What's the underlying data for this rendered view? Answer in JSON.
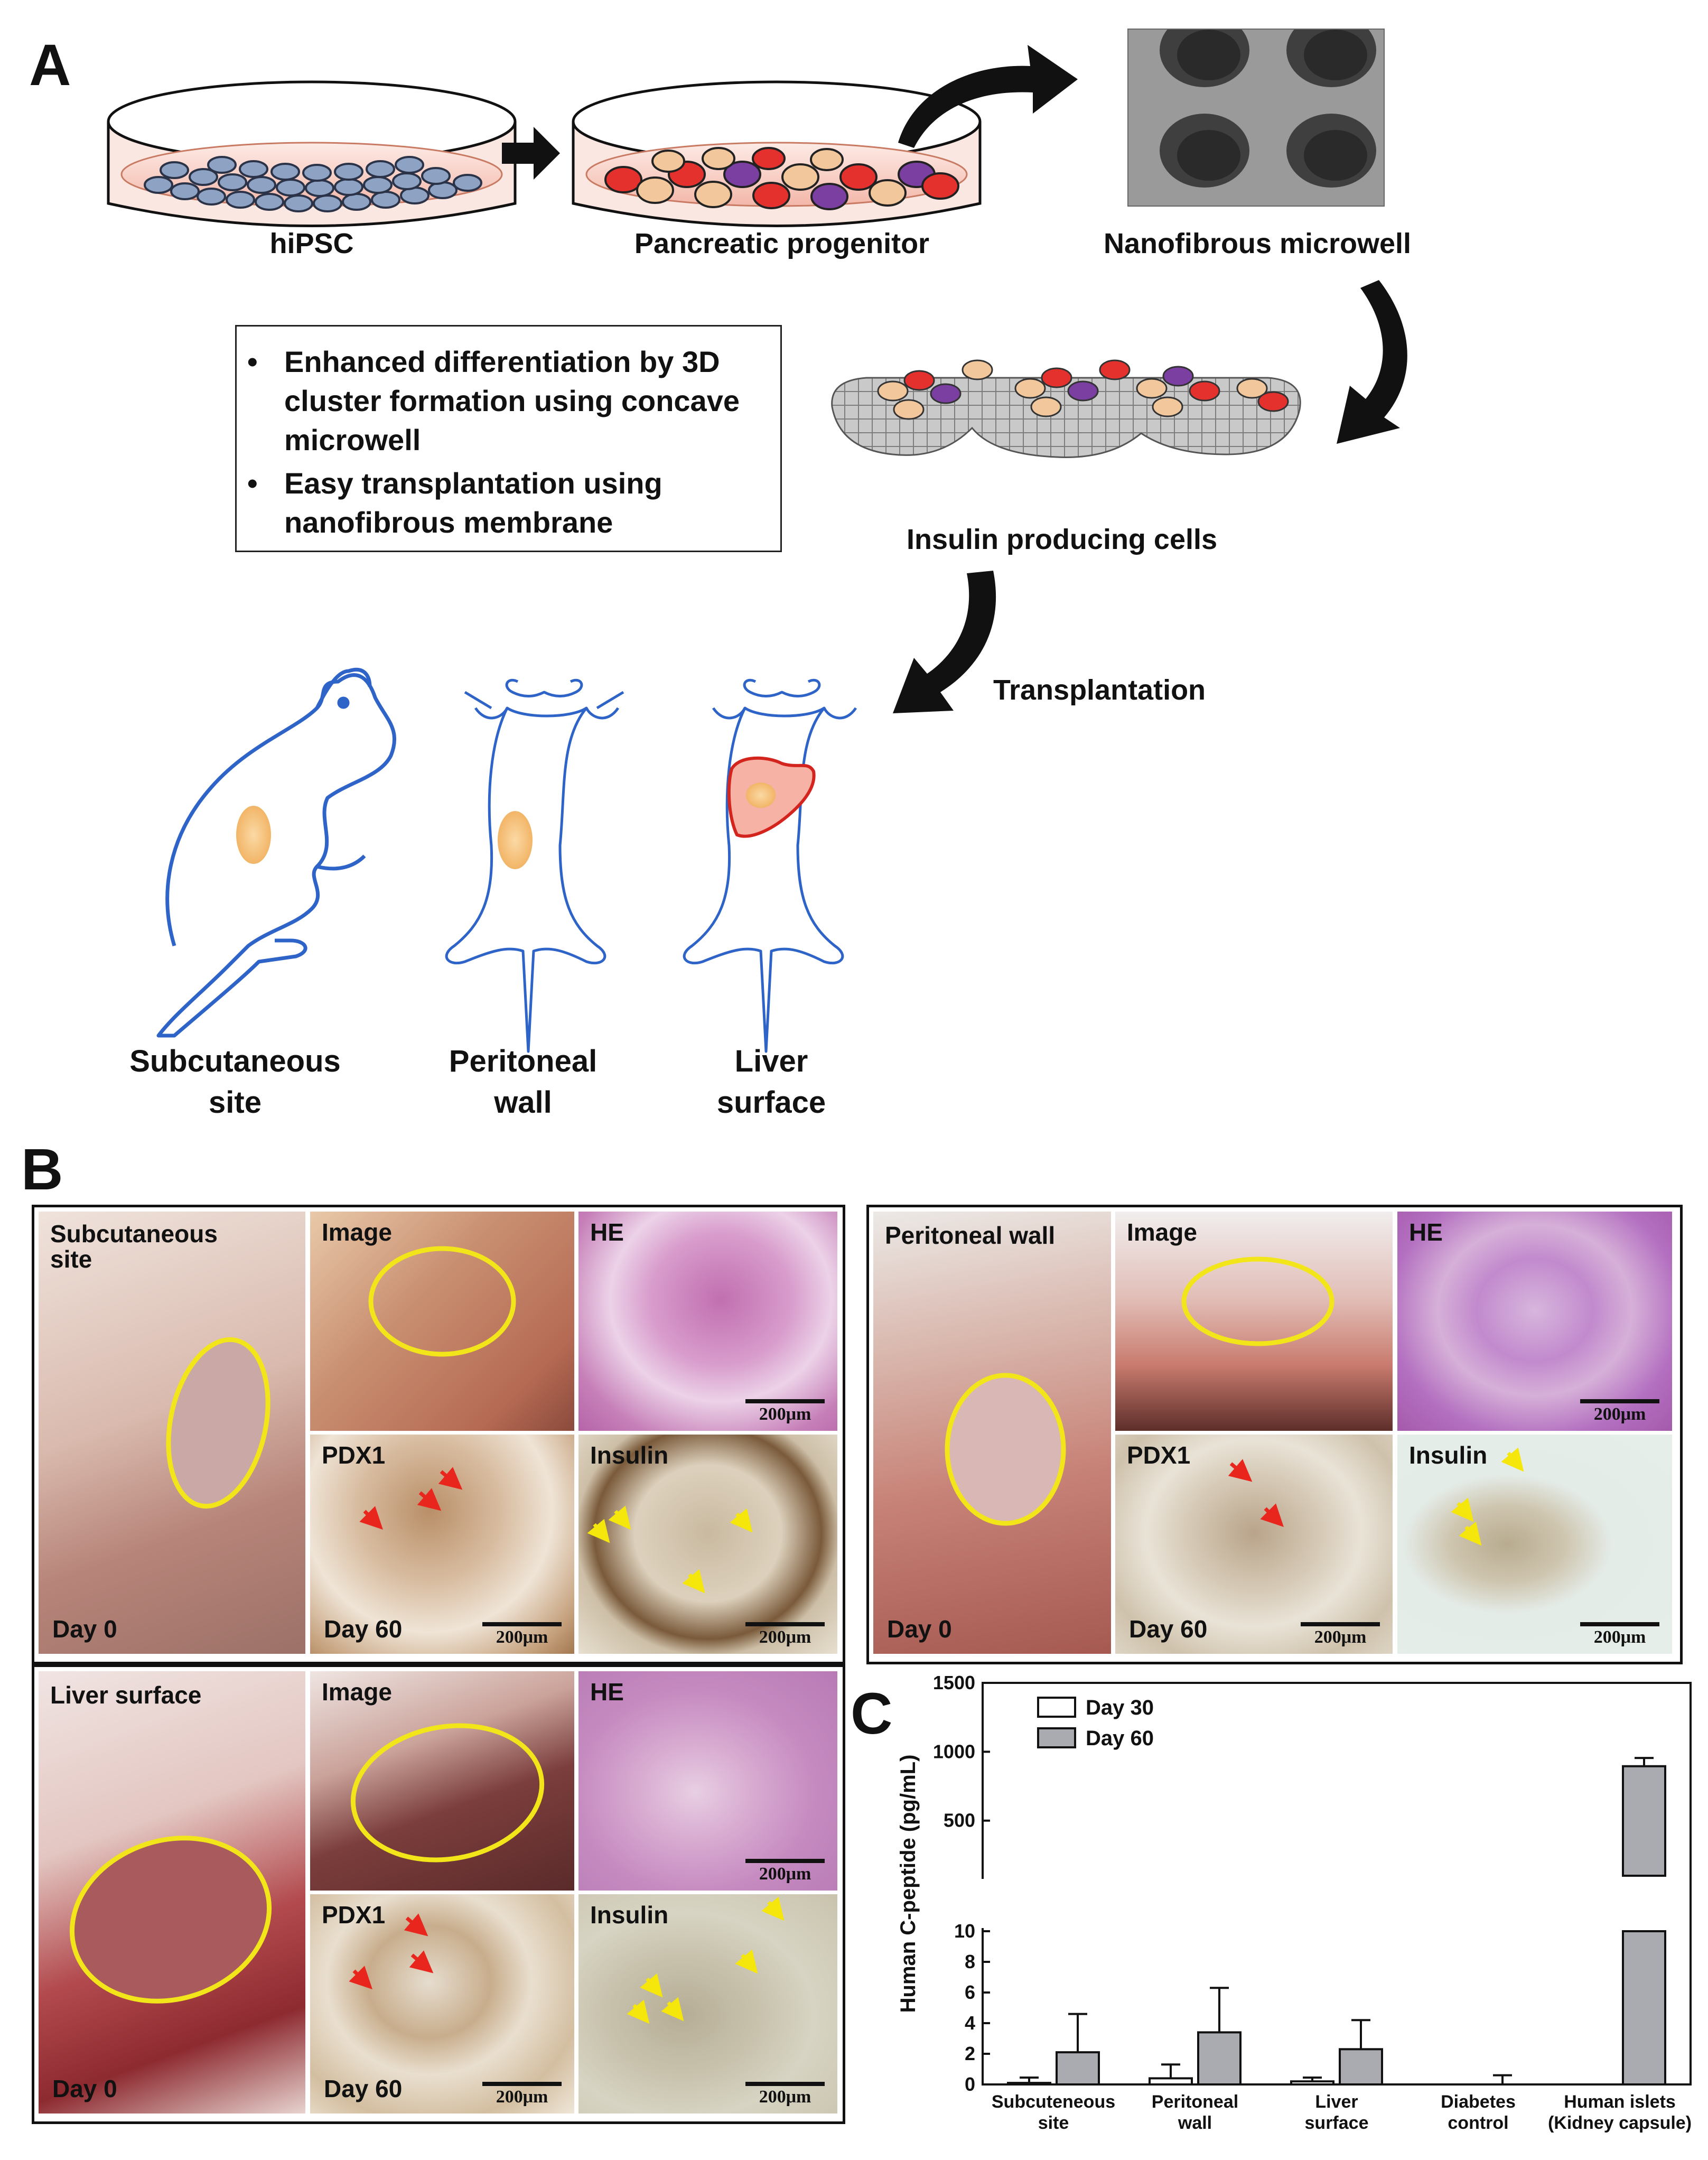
{
  "panel_a": {
    "label": "A",
    "steps": {
      "hipsc": "hiPSC",
      "progenitor": "Pancreatic progenitor",
      "microwell": "Nanofibrous microwell",
      "ipc": "Insulin producing cells",
      "transplant": "Transplantation"
    },
    "bullets": [
      "Enhanced differentiation by 3D cluster formation using concave microwell",
      "Easy transplantation using nanofibrous membrane"
    ],
    "sites": [
      {
        "line1": "Subcutaneous",
        "line2": "site"
      },
      {
        "line1": "Peritoneal",
        "line2": "wall"
      },
      {
        "line1": "Liver",
        "line2": "surface"
      }
    ]
  },
  "panel_b": {
    "label": "B",
    "scale": "200μm",
    "groups": {
      "subcutaneous": {
        "site": "Subcutaneous site",
        "image": "Image",
        "he": "HE",
        "pdx1": "PDX1",
        "insulin": "Insulin",
        "day0": "Day 0",
        "day60": "Day 60"
      },
      "peritoneal": {
        "site": "Peritoneal wall",
        "image": "Image",
        "he": "HE",
        "pdx1": "PDX1",
        "insulin": "Insulin",
        "day0": "Day 0",
        "day60": "Day 60"
      },
      "liver": {
        "site": "Liver surface",
        "image": "Image",
        "he": "HE",
        "pdx1": "PDX1",
        "insulin": "Insulin",
        "day0": "Day 0",
        "day60": "Day 60"
      }
    }
  },
  "panel_c": {
    "label": "C"
  },
  "chart_data": {
    "type": "bar",
    "ylabel": "Human C-peptide (pg/mL)",
    "broken_axis": true,
    "ylim_lower": [
      0,
      10
    ],
    "ylim_upper": [
      100,
      1500
    ],
    "yticks_lower": [
      0,
      2,
      4,
      6,
      8,
      10
    ],
    "yticks_upper": [
      500,
      1000,
      1500
    ],
    "categories": [
      [
        "Subcuteneous",
        "site"
      ],
      [
        "Peritoneal",
        "wall"
      ],
      [
        "Liver",
        "surface"
      ],
      [
        "Diabetes",
        "control"
      ],
      [
        "Human islets",
        "(Kidney capsule)"
      ]
    ],
    "legend_position": "top-left",
    "series": [
      {
        "name": "Day 30",
        "color": "#ffffff",
        "values": [
          0.1,
          0.4,
          0.2,
          0,
          0
        ],
        "errors": [
          0.35,
          0.9,
          0.25,
          0,
          0
        ]
      },
      {
        "name": "Day 60",
        "color": "#a9abb0",
        "values": [
          2.1,
          3.4,
          2.3,
          0,
          895
        ],
        "errors": [
          2.5,
          2.9,
          1.9,
          0.6,
          60
        ]
      }
    ]
  }
}
